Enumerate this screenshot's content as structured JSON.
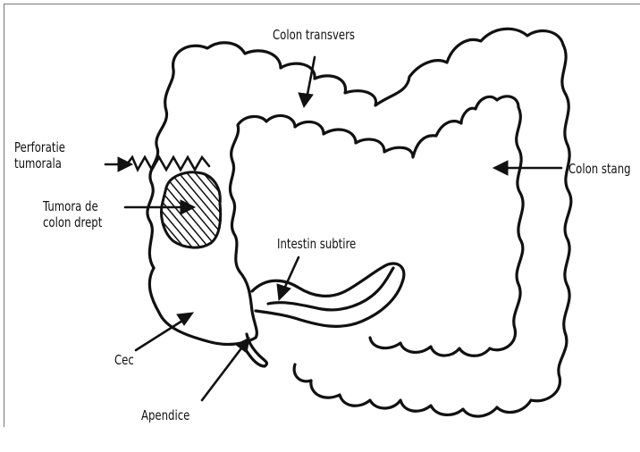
{
  "labels": {
    "colon_transvers": "Colon transvers",
    "perforatie": "Perforatie\ntumorala",
    "colon_stang": "Colon stang",
    "tumora": "Tumora de\ncolon drept",
    "intestin": "Intestin subtire",
    "cec": "Cec",
    "apendice": "Apendice"
  },
  "colors": {
    "ink": "#111111",
    "background": "#ffffff",
    "frame": "#777777"
  }
}
